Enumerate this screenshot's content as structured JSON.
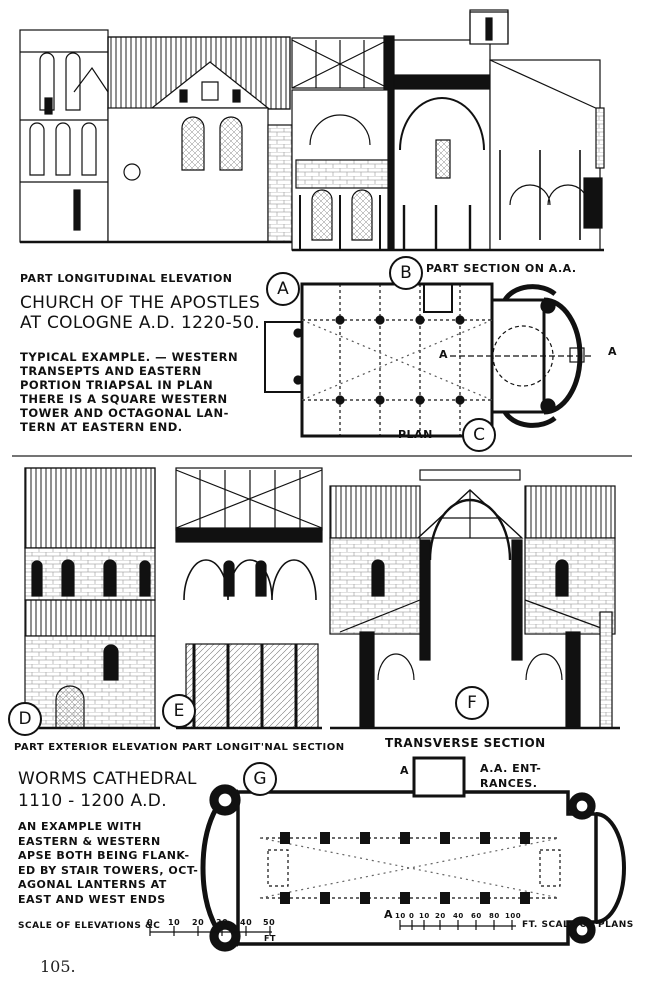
{
  "top": {
    "label_a": "PART LONGITUDINAL ELEVATION",
    "label_b": "PART SECTION ON A.A.",
    "title_line1": "CHURCH OF THE APOSTLES",
    "title_line2": "AT COLOGNE A.D. 1220-50.",
    "description": "TYPICAL EXAMPLE. — WESTERN\nTRANSEPTS AND EASTERN\nPORTION TRIAPSAL IN PLAN\nTHERE IS A SQUARE WESTERN\nTOWER AND OCTAGONAL LAN-\nTERN AT EASTERN END.",
    "plan_label": "PLAN",
    "axis_letter": "A",
    "circle_a": "A",
    "circle_b": "B",
    "circle_c": "C"
  },
  "bottom": {
    "label_d": "PART EXTERIOR ELEVATION",
    "label_e": "PART LONGIT'NAL SECTION",
    "label_f": "TRANSVERSE SECTION",
    "title_line1": "WORMS CATHEDRAL",
    "title_line2": "1110 - 1200 A.D.",
    "description": "AN EXAMPLE WITH\nEASTERN & WESTERN\nAPSE BOTH BEING FLANK-\nED BY STAIR TOWERS, OCT-\nAGONAL LANTERNS AT\nEAST AND WEST ENDS",
    "entrances_line1": "A.A. ENT-",
    "entrances_line2": "RANCES.",
    "axis_letter": "A",
    "circle_d": "D",
    "circle_e": "E",
    "circle_f": "F",
    "circle_g": "G",
    "scale_elev_label": "SCALE OF ELEVATIONS &c",
    "scale_elev_ticks": [
      "0",
      "10",
      "20",
      "30",
      "40",
      "50"
    ],
    "scale_elev_unit": "FT",
    "scale_plan_ticks": [
      "10",
      "0",
      "10",
      "20",
      "40",
      "60",
      "80",
      "100"
    ],
    "scale_plan_label": "FT. SCALE OF PLANS"
  },
  "page_number": "105."
}
